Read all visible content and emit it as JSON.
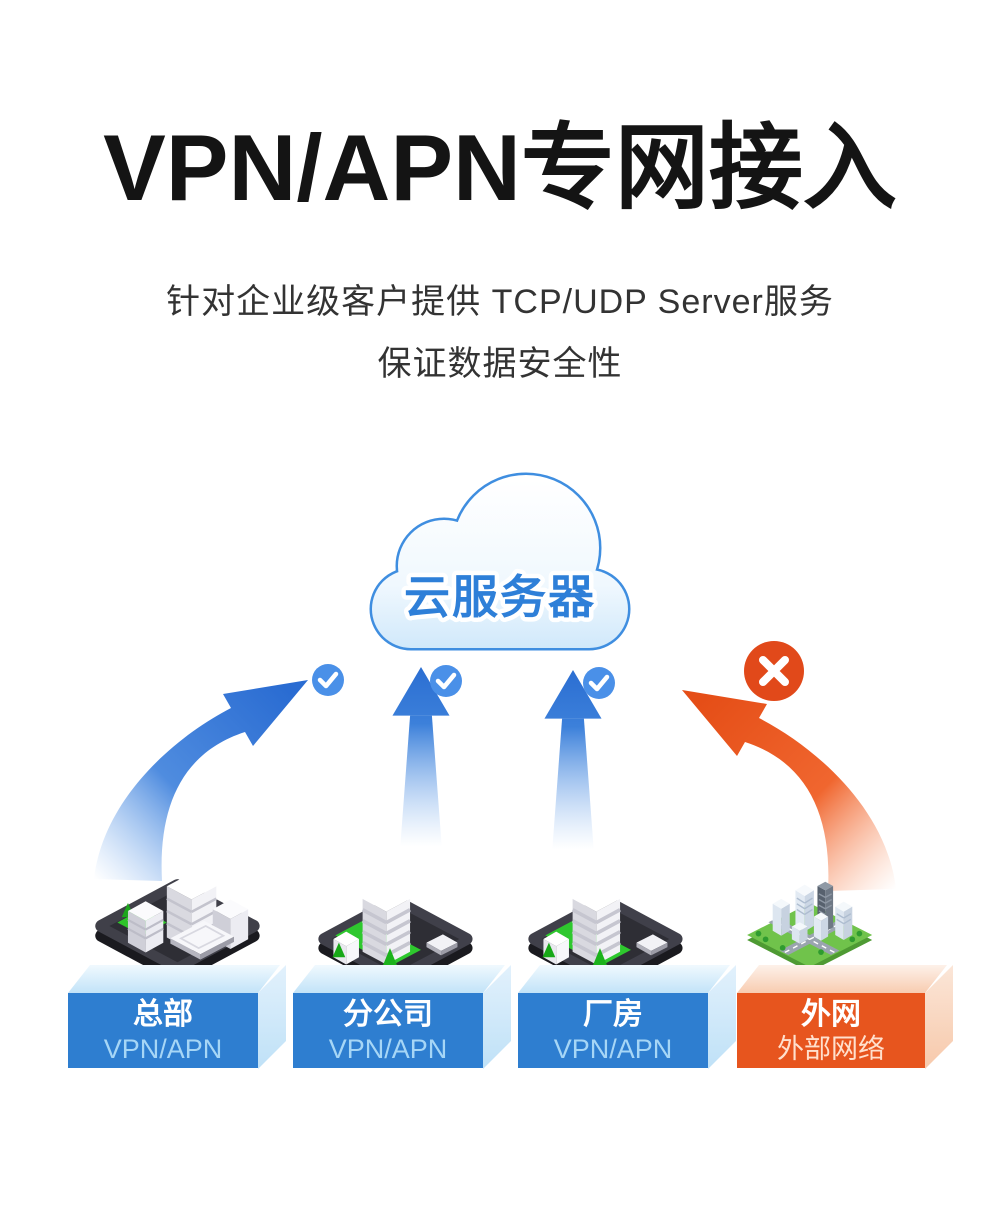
{
  "title": "VPN/APN专网接入",
  "subtitle1": "针对企业级客户提供 TCP/UDP Server服务",
  "subtitle2": "保证数据安全性",
  "cloud": {
    "label": "云服务器"
  },
  "nodes": [
    {
      "id": "hq",
      "name": "总部",
      "sub": "VPN/APN",
      "status": "allowed"
    },
    {
      "id": "branch",
      "name": "分公司",
      "sub": "VPN/APN",
      "status": "allowed"
    },
    {
      "id": "factory",
      "name": "厂房",
      "sub": "VPN/APN",
      "status": "allowed"
    },
    {
      "id": "external",
      "name": "外网",
      "sub": "外部网络",
      "status": "blocked"
    }
  ],
  "icons": {
    "allowed": "check-icon",
    "blocked": "x-icon"
  },
  "colors": {
    "title_text": "#141414",
    "subtitle_text": "#333333",
    "node_blue": "#2e7ed0",
    "node_blue_sub_text": "#a6d6f6",
    "node_orange": "#e7551e",
    "node_orange_sub_text": "#ffe0cd",
    "arrow_blue": "#2a6cd2",
    "arrow_orange": "#e54e17",
    "check_badge": "#4a90e8",
    "block_badge": "#e1491a",
    "cloud_outline": "#3f8ee0",
    "cloud_text": "#2e7fd8",
    "cloud_fill_bottom": "#d4eafb"
  }
}
